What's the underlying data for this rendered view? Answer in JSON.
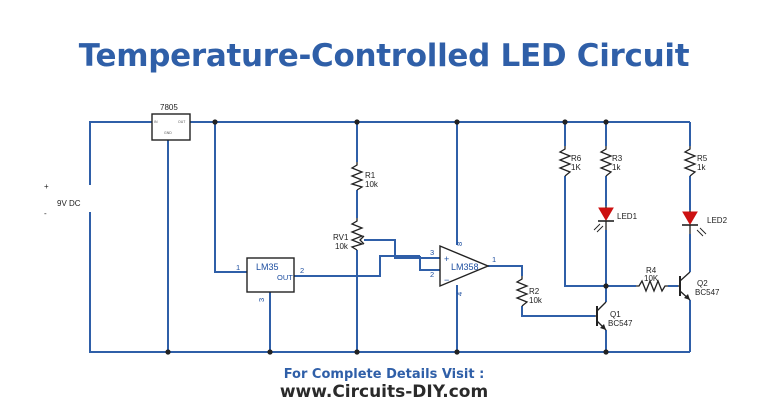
{
  "title": "Temperature-Controlled LED Circuit",
  "footer": {
    "label": "For Complete Details Visit :",
    "url": "www.Circuits-DIY.com"
  },
  "components": {
    "supply": {
      "label": "9V DC",
      "plus": "+",
      "minus": "-"
    },
    "regulator": {
      "name": "7805",
      "pin_in": "IN",
      "pin_out": "OUT",
      "pin_gnd": "GND"
    },
    "sensor": {
      "name": "LM35",
      "pin1": "1",
      "pin2": "2",
      "pin3": "3",
      "out_label": "OUT"
    },
    "r1": {
      "name": "R1",
      "value": "10k"
    },
    "rv1": {
      "name": "RV1",
      "value": "10k"
    },
    "opamp": {
      "name": "LM358",
      "pin3": "3",
      "pin2": "2",
      "pin1": "1",
      "pin8": "8",
      "pin4": "4",
      "plus": "+",
      "minus": "−"
    },
    "r2": {
      "name": "R2",
      "value": "10k"
    },
    "r6": {
      "name": "R6",
      "value": "1K"
    },
    "r3": {
      "name": "R3",
      "value": "1k"
    },
    "led1": {
      "name": "LED1"
    },
    "r5": {
      "name": "R5",
      "value": "1k"
    },
    "led2": {
      "name": "LED2"
    },
    "r4": {
      "name": "R4",
      "value": "10K"
    },
    "q1": {
      "name": "Q1",
      "part": "BC547"
    },
    "q2": {
      "name": "Q2",
      "part": "BC547"
    }
  },
  "colors": {
    "wire": "#2f5fa8",
    "component": "#222222",
    "title": "#2f5fa8",
    "led": "#cc1111",
    "pin_mark": "#cc2222"
  }
}
